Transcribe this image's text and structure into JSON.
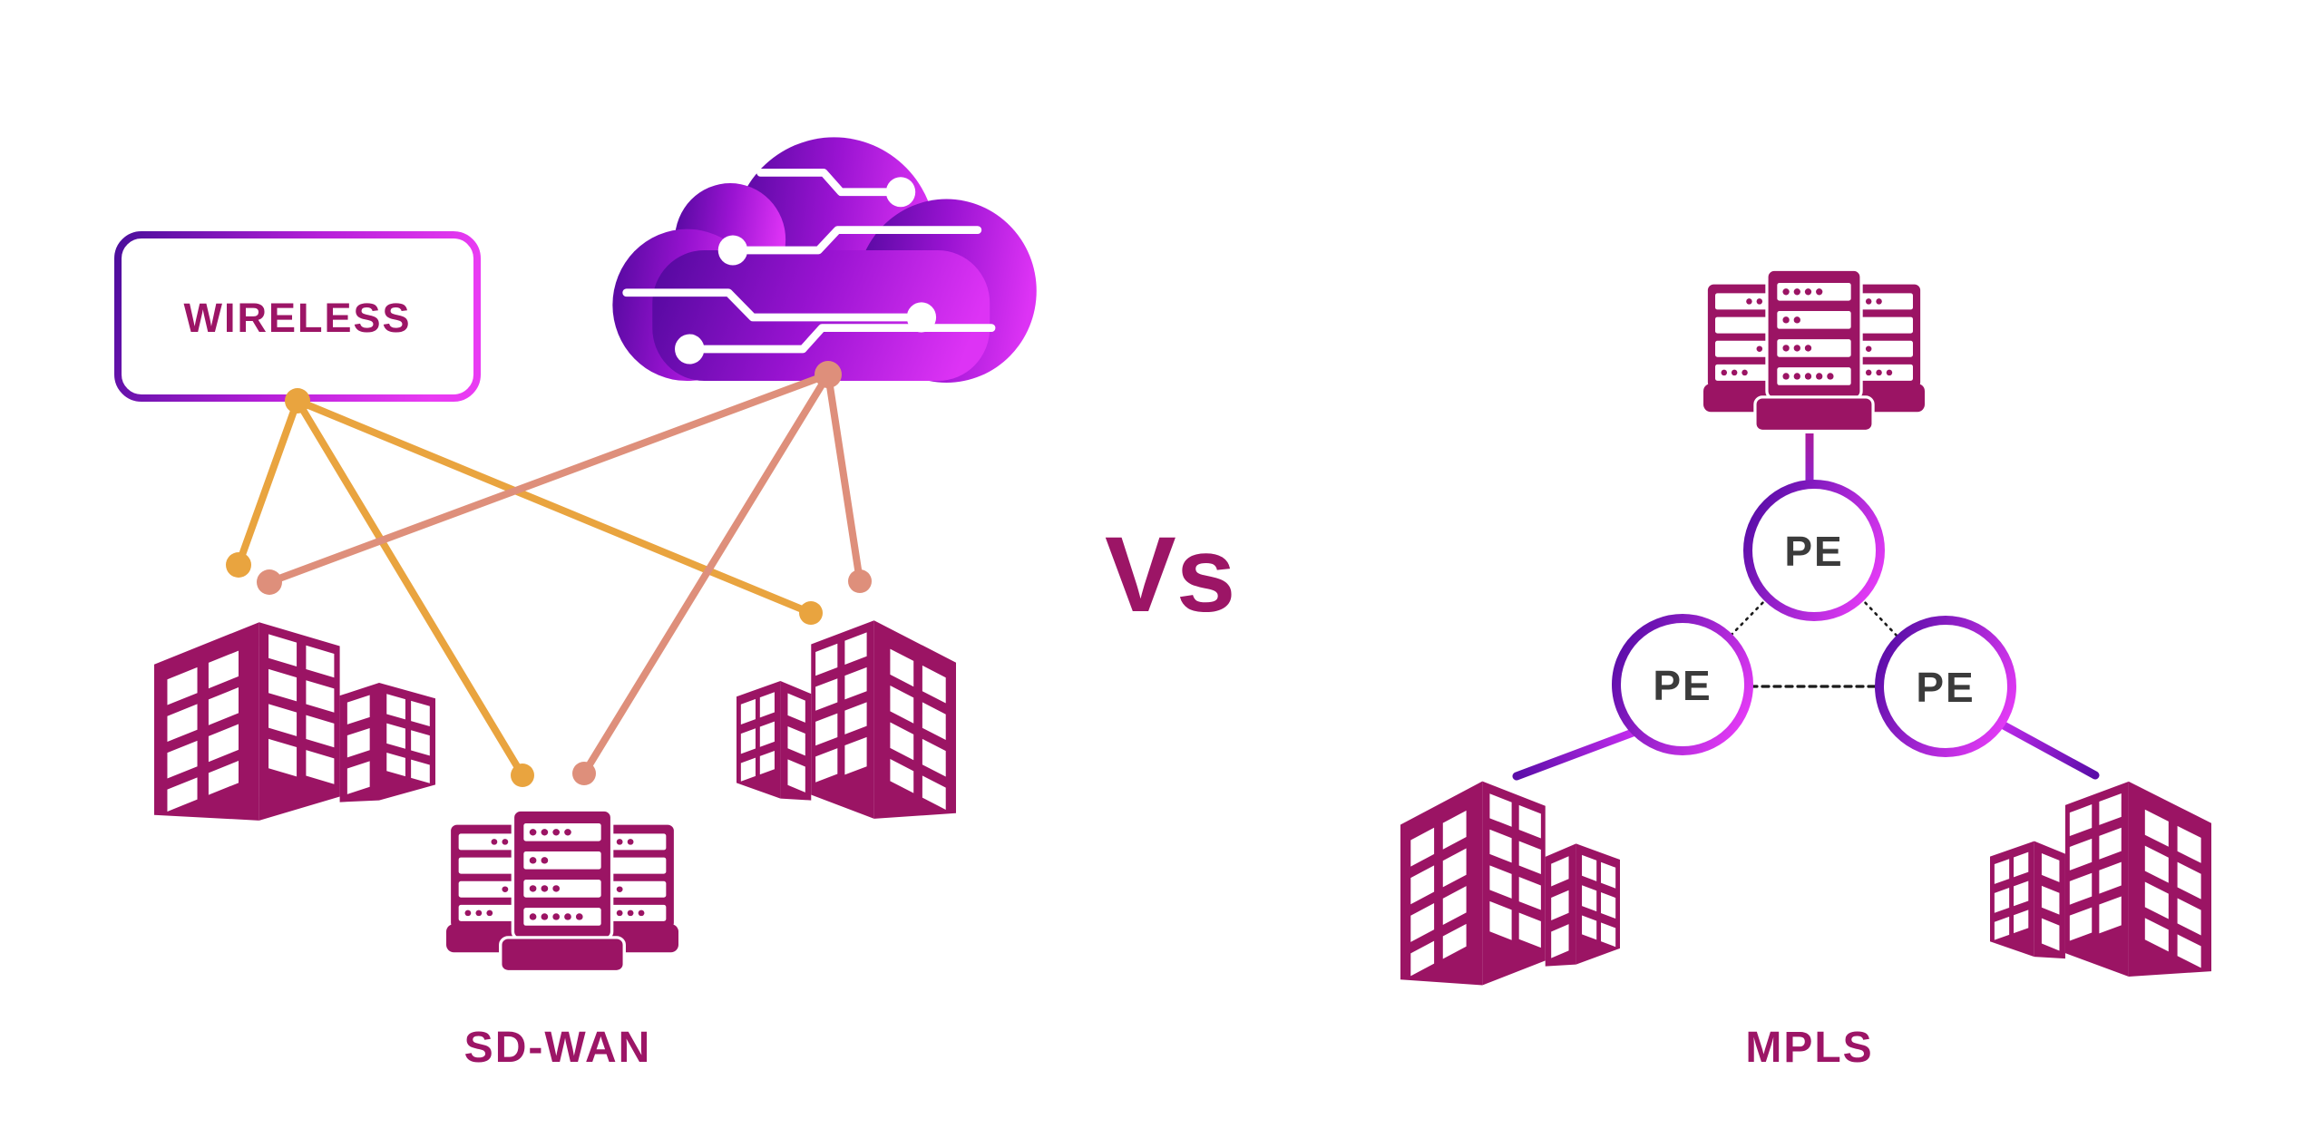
{
  "diagram": {
    "versus_label": "Vs",
    "sdwan": {
      "label": "SD-WAN",
      "wireless": {
        "label": "WIRELESS"
      },
      "link_colors": {
        "wireless_links": "#E9A43F",
        "cloud_links": "#DE8F7B"
      }
    },
    "mpls": {
      "label": "MPLS",
      "pe_nodes": [
        {
          "label": "PE"
        },
        {
          "label": "PE"
        },
        {
          "label": "PE"
        }
      ]
    },
    "colors": {
      "icon_magenta": "#9B1464",
      "label_text": "#9C1566",
      "purple_gradient_start": "#54099F",
      "magenta_gradient_end": "#DD33F5",
      "pe_label_text": "#3B3B3B",
      "background": "#FFFFFF"
    }
  }
}
